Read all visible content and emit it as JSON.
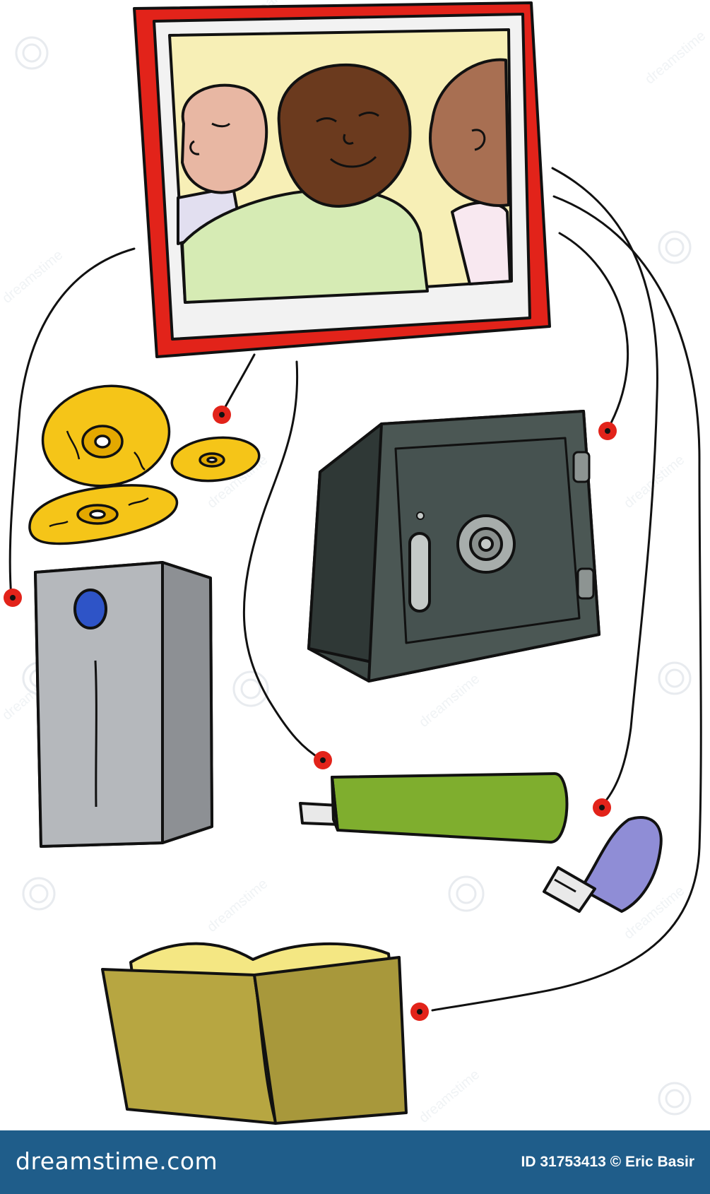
{
  "footer": {
    "brand": "dreamstime.com",
    "credit": "ID 31753413 © Eric Basir"
  },
  "watermark": {
    "text": "dreamstime"
  },
  "colors": {
    "photo_frame": "#e2231a",
    "link_dot": "#e2231a",
    "disc": "#f5c518",
    "safe": "#3f4a47",
    "server": "#a9acb0",
    "usb_stick": "#7fae2e",
    "usb_key": "#8f8dd6",
    "book": "#b7a641",
    "footer_bg": "#1f5d8a"
  },
  "items": [
    "photo-frame-icon",
    "disc-icon",
    "server-tower-icon",
    "safe-icon",
    "usb-stick-icon",
    "usb-key-icon",
    "photo-album-icon"
  ]
}
